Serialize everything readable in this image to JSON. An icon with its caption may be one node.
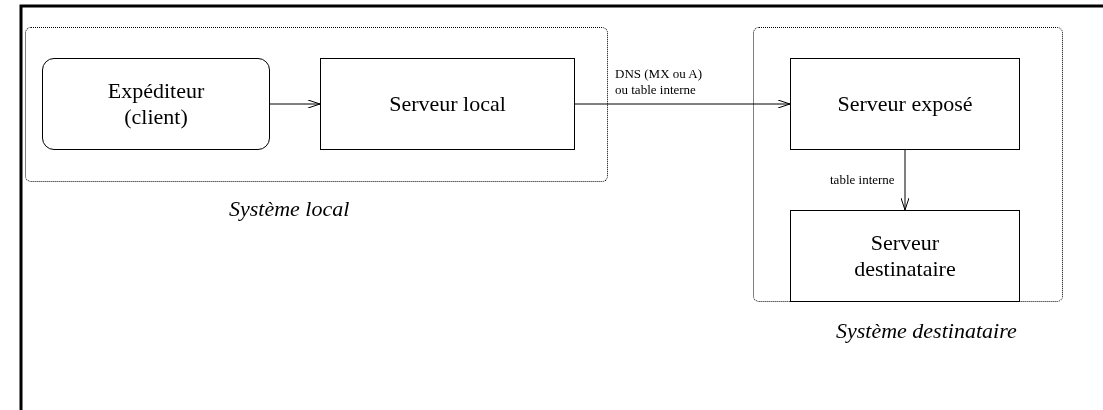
{
  "diagram": {
    "nodes": [
      {
        "text": [
          "Système local"
        ]
      },
      {
        "text": [
          "Expéditeur (client)"
        ],
        "in": 0
      },
      {
        "text": [
          "Serveur local"
        ],
        "in": 0
      },
      {
        "text": [
          "Système destinataire"
        ]
      },
      {
        "text": [
          "Serveur exposé"
        ],
        "in": 3
      },
      {
        "text": [
          "Serveur destinataire"
        ],
        "in": 3
      }
    ],
    "edges": [
      {
        "from": 1,
        "to": 2,
        "arrow": "to"
      },
      {
        "from": 2,
        "to": 4,
        "arrow": "to",
        "label": "DNS (MX ou A) ou table interne"
      },
      {
        "from": 4,
        "to": 5,
        "arrow": "to",
        "label": "table interne"
      }
    ]
  }
}
